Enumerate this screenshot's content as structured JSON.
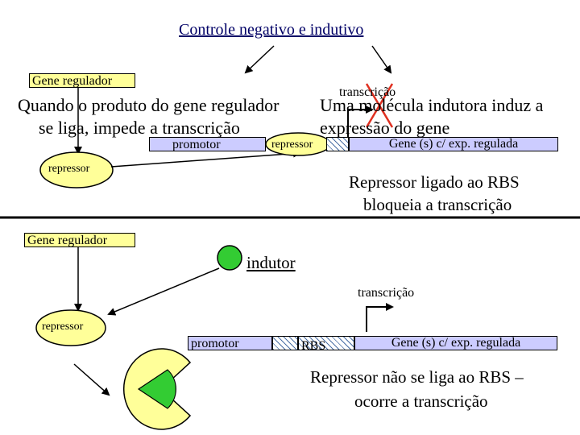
{
  "title": "Controle negativo e indutivo",
  "top": {
    "gene_regulador": "Gene regulador",
    "transcricao": "transcrição",
    "text_left_line1": "Quando o produto do gene regulador",
    "text_left_line2": "se liga, impede a transcrição",
    "text_right_line1": "Uma molécula indutora induz a",
    "text_right_line2": "expressão do gene",
    "promotor": "promotor",
    "repressor_bound": "repressor",
    "gene_exp": "Gene (s) c/ exp. regulada",
    "repressor": "repressor",
    "note_line1": "Repressor ligado ao RBS",
    "note_line2": "bloqueia a transcrição"
  },
  "bottom": {
    "gene_regulador": "Gene regulador",
    "indutor": "indutor",
    "transcricao": "transcrição",
    "repressor": "repressor",
    "promotor": "promotor",
    "rbs": "RBS",
    "gene_exp": "Gene (s) c/ exp. regulada",
    "note_line1": "Repressor não se liga ao RBS –",
    "note_line2": "ocorre a transcrição"
  },
  "colors": {
    "yellow": "#ffff99",
    "lavender": "#ccccff",
    "green": "#33cc33",
    "red": "#e03020",
    "title": "#000066"
  }
}
